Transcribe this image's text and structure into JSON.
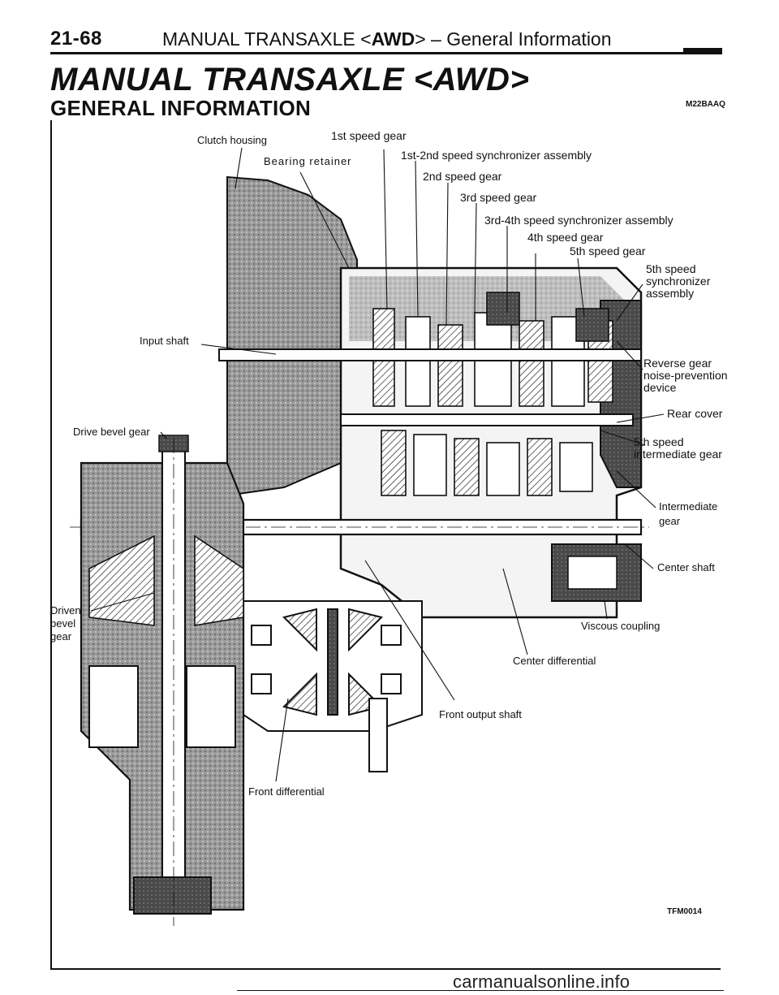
{
  "header": {
    "page_number": "21-68",
    "title_prefix": "MANUAL TRANSAXLE <",
    "title_bold": "AWD",
    "title_suffix": "> – General Information"
  },
  "title": "MANUAL TRANSAXLE <AWD>",
  "subtitle": "GENERAL INFORMATION",
  "section_code": "M22BAAQ",
  "figure_code": "TFM0014",
  "footer_watermark": "carmanualsonline.info",
  "labels": {
    "clutch_housing": "Clutch housing",
    "first_speed_gear": "1st speed gear",
    "bearing_retainer": "Bearing retainer",
    "sync_1_2": "1st-2nd speed synchronizer assembly",
    "second_speed_gear": "2nd speed gear",
    "third_speed_gear": "3rd speed gear",
    "sync_3_4": "3rd-4th speed synchronizer assembly",
    "fourth_speed_gear": "4th speed gear",
    "fifth_speed_gear": "5th speed gear",
    "fifth_sync_1": "5th speed",
    "fifth_sync_2": "synchronizer",
    "fifth_sync_3": "assembly",
    "input_shaft": "Input shaft",
    "reverse_1": "Reverse gear",
    "reverse_2": "noise-prevention",
    "reverse_3": "device",
    "drive_bevel_gear": "Drive bevel gear",
    "rear_cover": "Rear cover",
    "fifth_inter_1": "5th speed",
    "fifth_inter_2": "intermediate gear",
    "intermediate_1": "Intermediate",
    "intermediate_2": "gear",
    "center_shaft": "Center shaft",
    "driven_1": "Driven",
    "driven_2": "bevel",
    "driven_3": "gear",
    "viscous_coupling": "Viscous coupling",
    "center_differential": "Center differential",
    "front_output_shaft": "Front output shaft",
    "front_differential": "Front differential"
  }
}
